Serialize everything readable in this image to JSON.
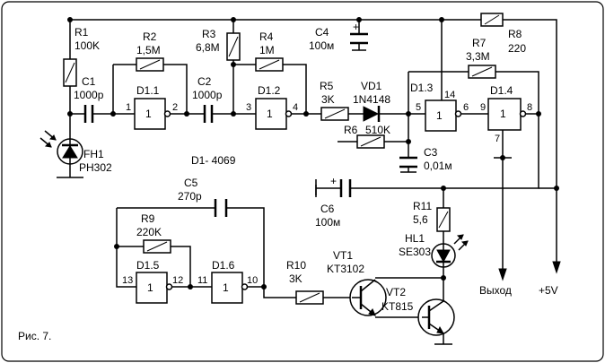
{
  "caption": "Рис. 7.",
  "chip_note": "D1- 4069",
  "components": {
    "R1": {
      "ref": "R1",
      "value": "100K"
    },
    "R2": {
      "ref": "R2",
      "value": "1,5M"
    },
    "R3": {
      "ref": "R3",
      "value": "6,8M"
    },
    "R4": {
      "ref": "R4",
      "value": "1M"
    },
    "R5": {
      "ref": "R5",
      "value": "3K"
    },
    "R6": {
      "ref": "R6",
      "value": "510K"
    },
    "R7": {
      "ref": "R7",
      "value": "3,3M"
    },
    "R8": {
      "ref": "R8",
      "value": "220"
    },
    "R9": {
      "ref": "R9",
      "value": "220K"
    },
    "R10": {
      "ref": "R10",
      "value": "3K"
    },
    "R11": {
      "ref": "R11",
      "value": "5,6"
    },
    "C1": {
      "ref": "C1",
      "value": "1000p"
    },
    "C2": {
      "ref": "C2",
      "value": "1000p"
    },
    "C3": {
      "ref": "C3",
      "value": "0,01м"
    },
    "C4": {
      "ref": "C4",
      "value": "100м"
    },
    "C5": {
      "ref": "C5",
      "value": "270p"
    },
    "C6": {
      "ref": "C6",
      "value": "100м"
    },
    "VD1": {
      "ref": "VD1",
      "value": "1N4148"
    },
    "FH1": {
      "ref": "FH1",
      "value": "PH302"
    },
    "HL1": {
      "ref": "HL1",
      "value": "SE303"
    },
    "VT1": {
      "ref": "VT1",
      "value": "KT3102"
    },
    "VT2": {
      "ref": "VT2",
      "value": "KT815"
    }
  },
  "gates": {
    "D1_1": {
      "ref": "D1.1",
      "in": "1",
      "out": "2",
      "sym": "1"
    },
    "D1_2": {
      "ref": "D1.2",
      "in": "3",
      "out": "4",
      "sym": "1"
    },
    "D1_3": {
      "ref": "D1.3",
      "in": "5",
      "out": "6",
      "sym": "1",
      "pin_top": "14"
    },
    "D1_4": {
      "ref": "D1.4",
      "in": "9",
      "out": "8",
      "sym": "1",
      "pin_bottom": "7"
    },
    "D1_5": {
      "ref": "D1.5",
      "in": "13",
      "out": "12",
      "sym": "1"
    },
    "D1_6": {
      "ref": "D1.6",
      "in": "11",
      "out": "10",
      "sym": "1"
    }
  },
  "terminals": {
    "output": "Выход",
    "supply": "+5V"
  },
  "polarity": {
    "c4": "+",
    "c6": "+"
  }
}
